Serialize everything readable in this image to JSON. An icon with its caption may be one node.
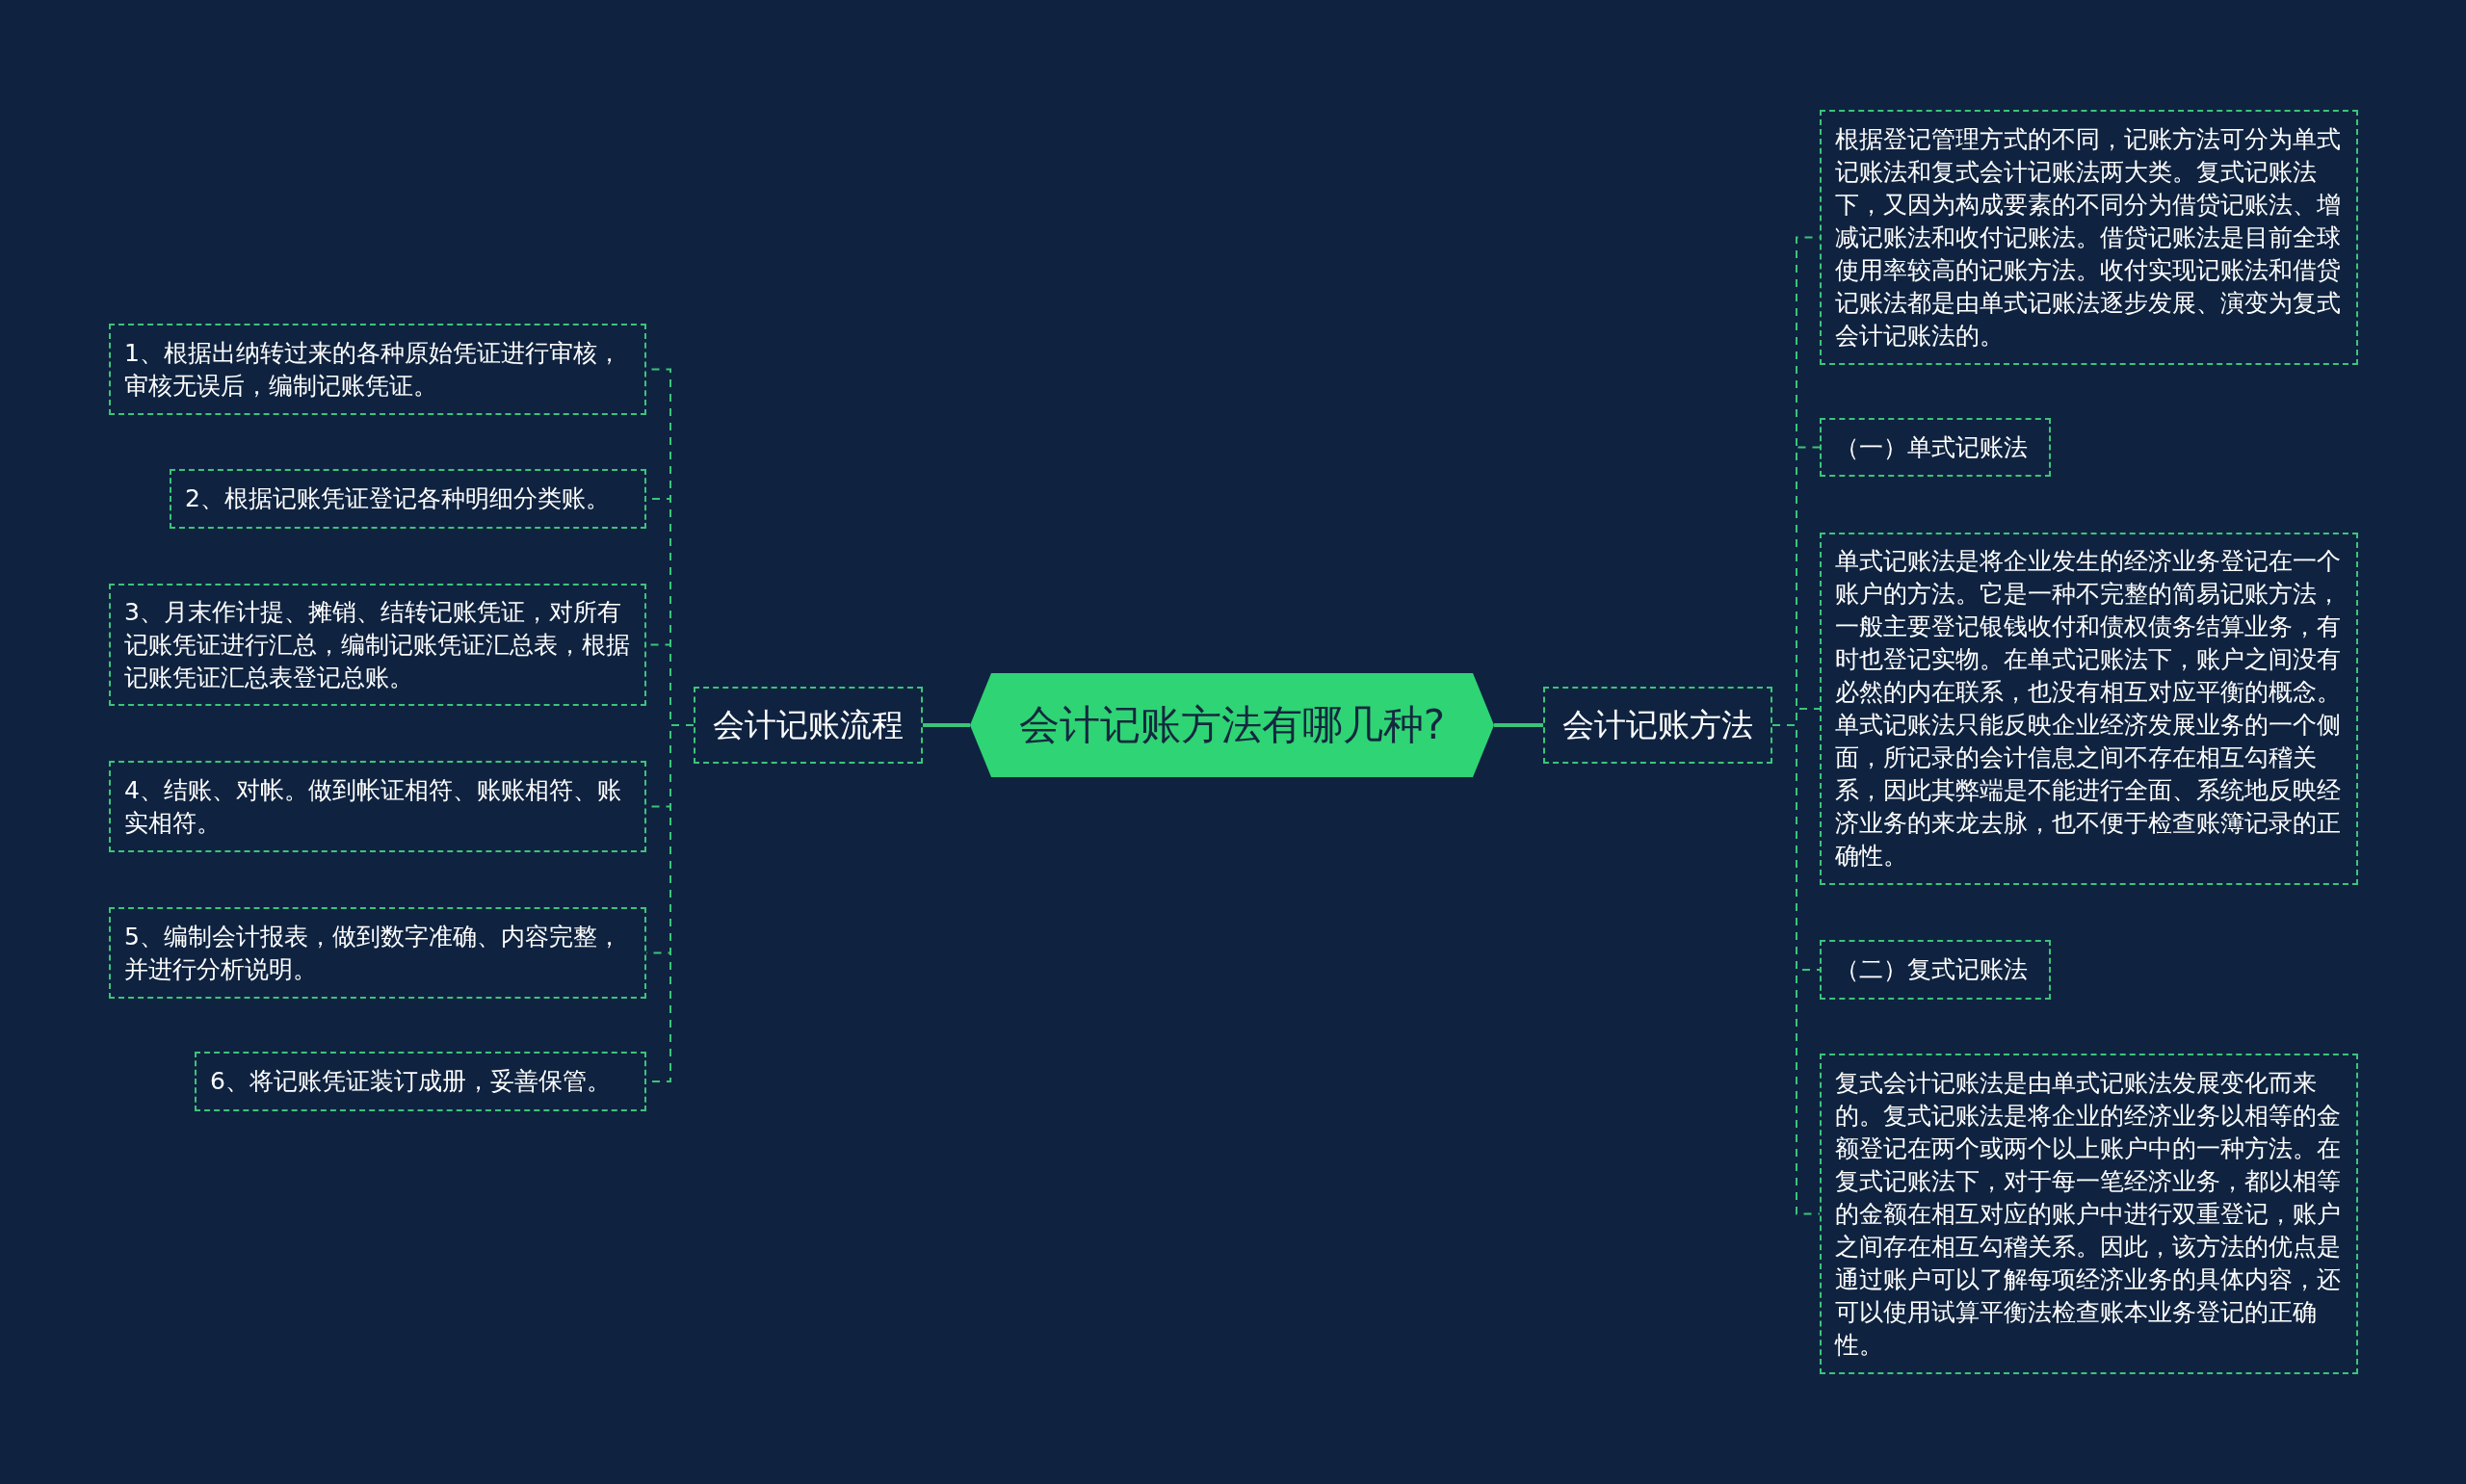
{
  "diagram": {
    "nodes": [
      {
        "text": [
          "会计记账方法有哪几种?"
        ]
      },
      {
        "text": [
          "会计记账流程"
        ]
      },
      {
        "text": [
          "1、根据出纳转过来的各种原始凭证进行审核，审核无误后，编制记账凭证。"
        ]
      },
      {
        "text": [
          "2、根据记账凭证登记各种明细分类账。"
        ]
      },
      {
        "text": [
          "3、月末作计提、摊销、结转记账凭证，对所有记账凭证进行汇总，编制记账凭证汇总表，根据记账凭证汇总表登记总账。"
        ]
      },
      {
        "text": [
          "4、结账、对帐。做到帐证相符、账账相符、账实相符。"
        ]
      },
      {
        "text": [
          "5、编制会计报表，做到数字准确、内容完整，并进行分析说明。"
        ]
      },
      {
        "text": [
          "6、将记账凭证装订成册，妥善保管。"
        ]
      },
      {
        "text": [
          "会计记账方法"
        ]
      },
      {
        "text": [
          "根据登记管理方式的不同，记账方法可分为单式记账法和复式会计记账法两大类。复式记账法下，又因为构成要素的不同分为借贷记账法、增减记账法和收付记账法。借贷记账法是目前全球使用率较高的记账方法。收付实现记账法和借贷记账法都是由单式记账法逐步发展、演变为复式会计记账法的。"
        ]
      },
      {
        "text": [
          "（一）单式记账法"
        ]
      },
      {
        "text": [
          "单式记账法是将企业发生的经济业务登记在一个账户的方法。它是一种不完整的简易记账方法，一般主要登记银钱收付和债权债务结算业务，有时也登记实物。在单式记账法下，账户之间没有必然的内在联系，也没有相互对应平衡的概念。单式记账法只能反映企业经济发展业务的一个侧面，所记录的会计信息之间不存在相互勾稽关系，因此其弊端是不能进行全面、系统地反映经济业务的来龙去脉，也不便于检查账簿记录的正确性。"
        ]
      },
      {
        "text": [
          "（二）复式记账法"
        ]
      },
      {
        "text": [
          "复式会计记账法是由单式记账法发展变化而来的。复式记账法是将企业的经济业务以相等的金额登记在两个或两个以上账户中的一种方法。在复式记账法下，对于每一笔经济业务，都以相等的金额在相互对应的账户中进行双重登记，账户之间存在相互勾稽关系。因此，该方法的优点是通过账户可以了解每项经济业务的具体内容，还可以使用试算平衡法检查账本业务登记的正确性。"
        ]
      }
    ],
    "edges": [
      {
        "from": 0,
        "to": 1,
        "arrow": "none"
      },
      {
        "from": 1,
        "to": 2,
        "arrow": "none",
        "style": "dashed"
      },
      {
        "from": 1,
        "to": 3,
        "arrow": "none",
        "style": "dashed"
      },
      {
        "from": 1,
        "to": 4,
        "arrow": "none",
        "style": "dashed"
      },
      {
        "from": 1,
        "to": 5,
        "arrow": "none",
        "style": "dashed"
      },
      {
        "from": 1,
        "to": 6,
        "arrow": "none",
        "style": "dashed"
      },
      {
        "from": 1,
        "to": 7,
        "arrow": "none",
        "style": "dashed"
      },
      {
        "from": 0,
        "to": 8,
        "arrow": "none"
      },
      {
        "from": 8,
        "to": 9,
        "arrow": "none",
        "style": "dashed"
      },
      {
        "from": 8,
        "to": 10,
        "arrow": "none",
        "style": "dashed"
      },
      {
        "from": 8,
        "to": 11,
        "arrow": "none",
        "style": "dashed"
      },
      {
        "from": 8,
        "to": 12,
        "arrow": "none",
        "style": "dashed"
      },
      {
        "from": 8,
        "to": 13,
        "arrow": "none",
        "style": "dashed"
      }
    ]
  }
}
